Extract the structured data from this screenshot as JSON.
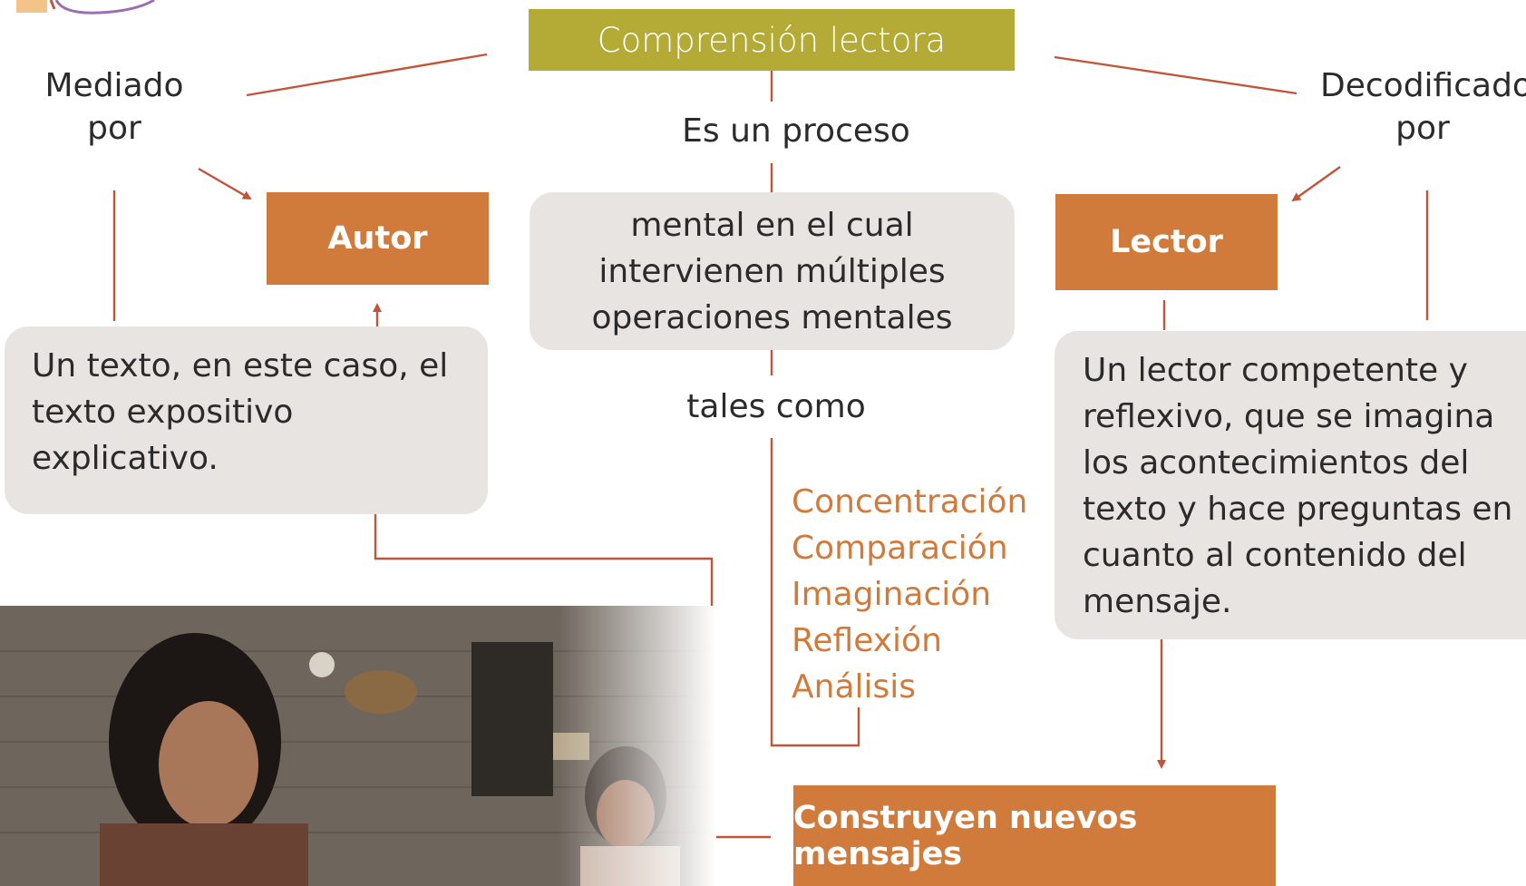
{
  "title": "Comprensión lectora",
  "left_branch": {
    "connector_label": [
      "Mediado",
      "por"
    ],
    "node": "Autor",
    "description": "Un texto, en este caso, el texto expositivo explicativo."
  },
  "center_branch": {
    "connector_label": "Es un proceso",
    "description": [
      "mental en el cual",
      "intervienen múltiples",
      "operaciones mentales"
    ],
    "connector_label_2": "tales como",
    "operations": [
      "Concentración",
      "Comparación",
      "Imaginación",
      "Reflexión",
      "Análisis"
    ]
  },
  "right_branch": {
    "connector_label": [
      "Decodificado",
      "por"
    ],
    "node": "Lector",
    "description": [
      "Un lector competente y",
      "reflexivo, que se imagina",
      "los acontecimientos del",
      "texto y hace preguntas en",
      "cuanto al contenido del",
      "mensaje."
    ]
  },
  "result_node": "Construyen nuevos mensajes",
  "colors": {
    "title_bg": "#b4ab37",
    "node_bg": "#d07b3b",
    "box_bg": "#e8e4e2",
    "line": "#c0553a",
    "operation_text": "#d07b3b"
  }
}
